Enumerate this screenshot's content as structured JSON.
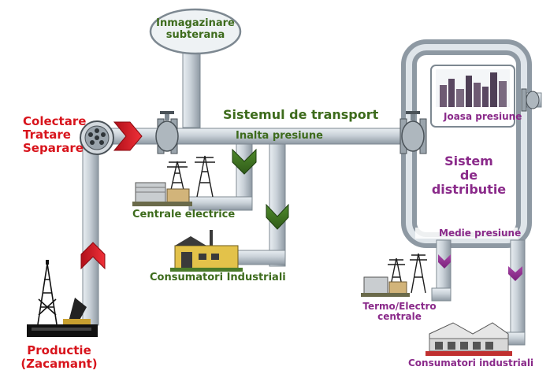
{
  "source": {
    "line1": "Colectare",
    "line2": "Tratare",
    "line3": "Separare"
  },
  "storage": {
    "line1": "Inmagazinare",
    "line2": "subterana"
  },
  "production": {
    "line1": "Productie",
    "line2": "(Zacamant)"
  },
  "transport": {
    "title": "Sistemul de transport",
    "pressure": "Inalta presiune"
  },
  "power_plants": "Centrale electrice",
  "industrial_consumers_transport": "Consumatori Industriali",
  "distribution": {
    "line1": "Sistem",
    "line2": "de",
    "line3": "distributie",
    "low_pressure": "Joasa presiune",
    "medium_pressure": "Medie presiune"
  },
  "chp": {
    "line1": "Termo/Electro",
    "line2": "centrale"
  },
  "industrial_consumers_distribution": "Consumatori industriali",
  "colors": {
    "pipe": "#c4ccd3",
    "pipe_edge": "#7d8891",
    "red_arrow": "#d8141c",
    "green_arrow": "#3a6d1f",
    "purple_arrow": "#8a2a8a",
    "source_text": "#d8141c",
    "transport_text": "#3d6b1c",
    "distribution_text": "#8a2a8a"
  }
}
